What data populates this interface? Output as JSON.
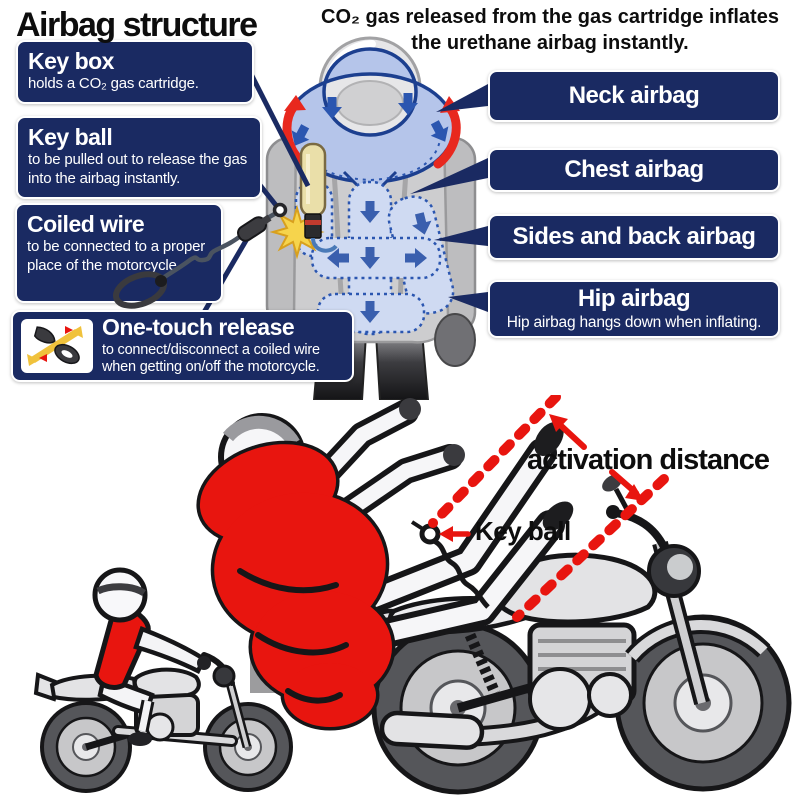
{
  "title": "Airbag structure",
  "intro": {
    "line1": "CO₂ gas released from the gas cartridge inflates",
    "line2": "the urethane airbag instantly."
  },
  "left_callouts": [
    {
      "heading": "Key box",
      "body": "holds a CO₂ gas cartridge."
    },
    {
      "heading": "Key ball",
      "body": "to be pulled out to release the gas into the airbag instantly."
    },
    {
      "heading": "Coiled wire",
      "body": "to be connected to a proper place of the motorcycle"
    },
    {
      "heading": "One-touch release",
      "body": "to connect/disconnect a coiled wire when getting on/off the motorcycle."
    }
  ],
  "right_callouts": [
    {
      "heading": "Neck airbag",
      "body": ""
    },
    {
      "heading": "Chest airbag",
      "body": ""
    },
    {
      "heading": "Sides and back airbag",
      "body": ""
    },
    {
      "heading": "Hip airbag",
      "body": "Hip airbag hangs down when inflating."
    }
  ],
  "scene_labels": {
    "activation_distance": "activation distance",
    "key_ball": "Key ball"
  },
  "icons": {
    "one_touch_release": "one-touch-release-icon"
  },
  "colors": {
    "callout_navy": "#1a2a62",
    "alert_red": "#e8150f",
    "airbag_blue": "#b5c5ea",
    "airbag_channel_blue": "#cfdaf2",
    "airbag_outline_blue": "#2b56b0",
    "jacket_gray": "#cdcdcf",
    "transition_arrow_gray": "#9c9c9e",
    "cartridge_cream": "#eadfa9",
    "starburst_yellow": "#f6d44c"
  }
}
